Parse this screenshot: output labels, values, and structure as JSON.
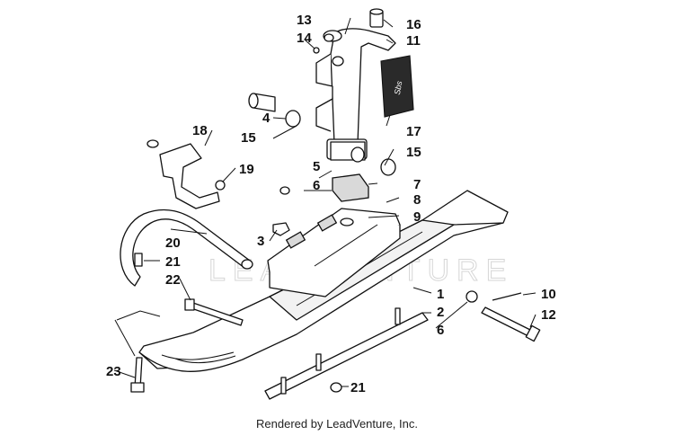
{
  "diagram": {
    "watermark": "LEADVENTURE",
    "callouts": [
      "1",
      "2",
      "3",
      "4",
      "5",
      "6",
      "6",
      "7",
      "8",
      "9",
      "10",
      "11",
      "12",
      "13",
      "14",
      "15",
      "15",
      "16",
      "17",
      "18",
      "19",
      "20",
      "21",
      "21",
      "22",
      "23"
    ],
    "decal_text": "Sbs"
  },
  "footer": {
    "credit": "Rendered by LeadVenture, Inc."
  }
}
